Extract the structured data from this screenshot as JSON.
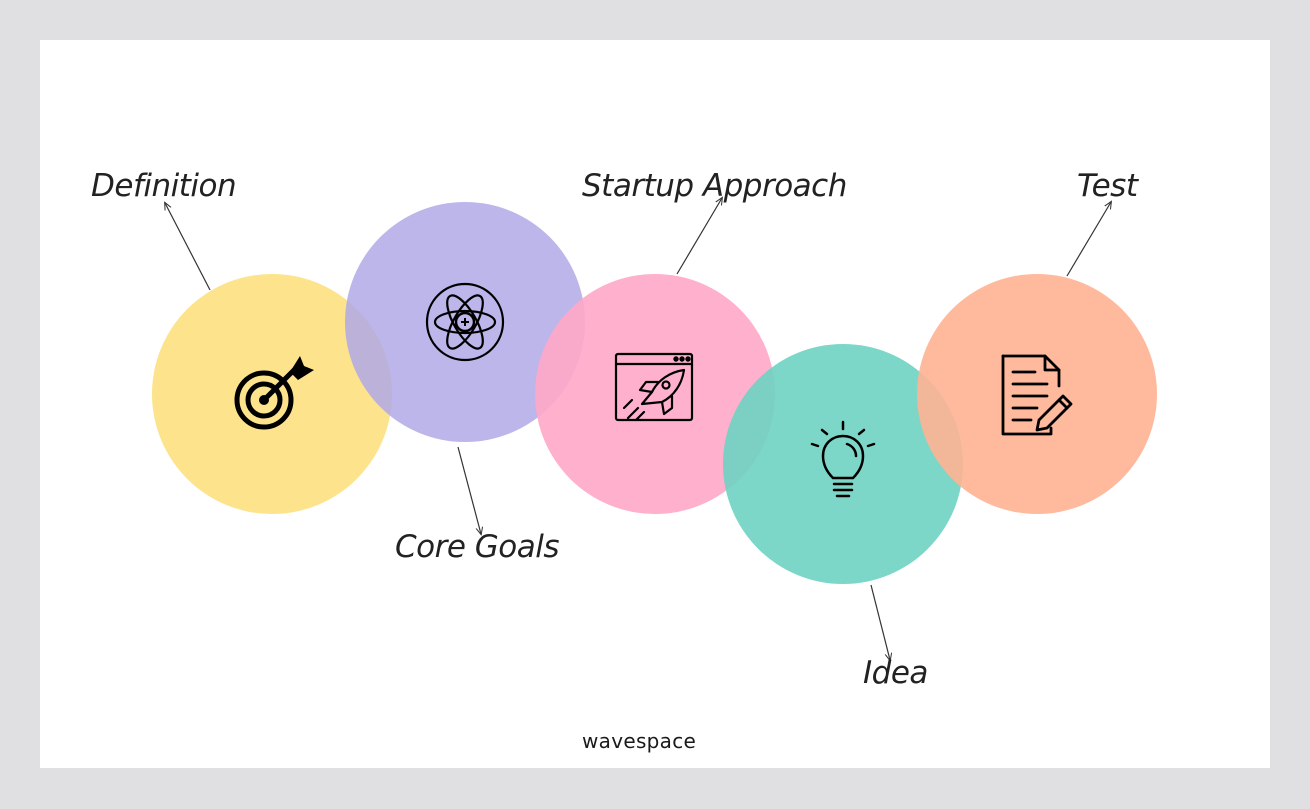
{
  "diagram": {
    "nodes": [
      {
        "id": "definition",
        "label": "Definition",
        "color": "#fde07e",
        "icon": "target-icon"
      },
      {
        "id": "core-goals",
        "label": "Core Goals",
        "color": "#b0a9e6",
        "icon": "atom-icon"
      },
      {
        "id": "startup-approach",
        "label": "Startup Approach",
        "color": "#ffa7c6",
        "icon": "rocket-window-icon"
      },
      {
        "id": "idea",
        "label": "Idea",
        "color": "#6ed3c2",
        "icon": "lightbulb-icon"
      },
      {
        "id": "test",
        "label": "Test",
        "color": "#ffb392",
        "icon": "document-edit-icon"
      }
    ]
  },
  "brand": "wavespace"
}
